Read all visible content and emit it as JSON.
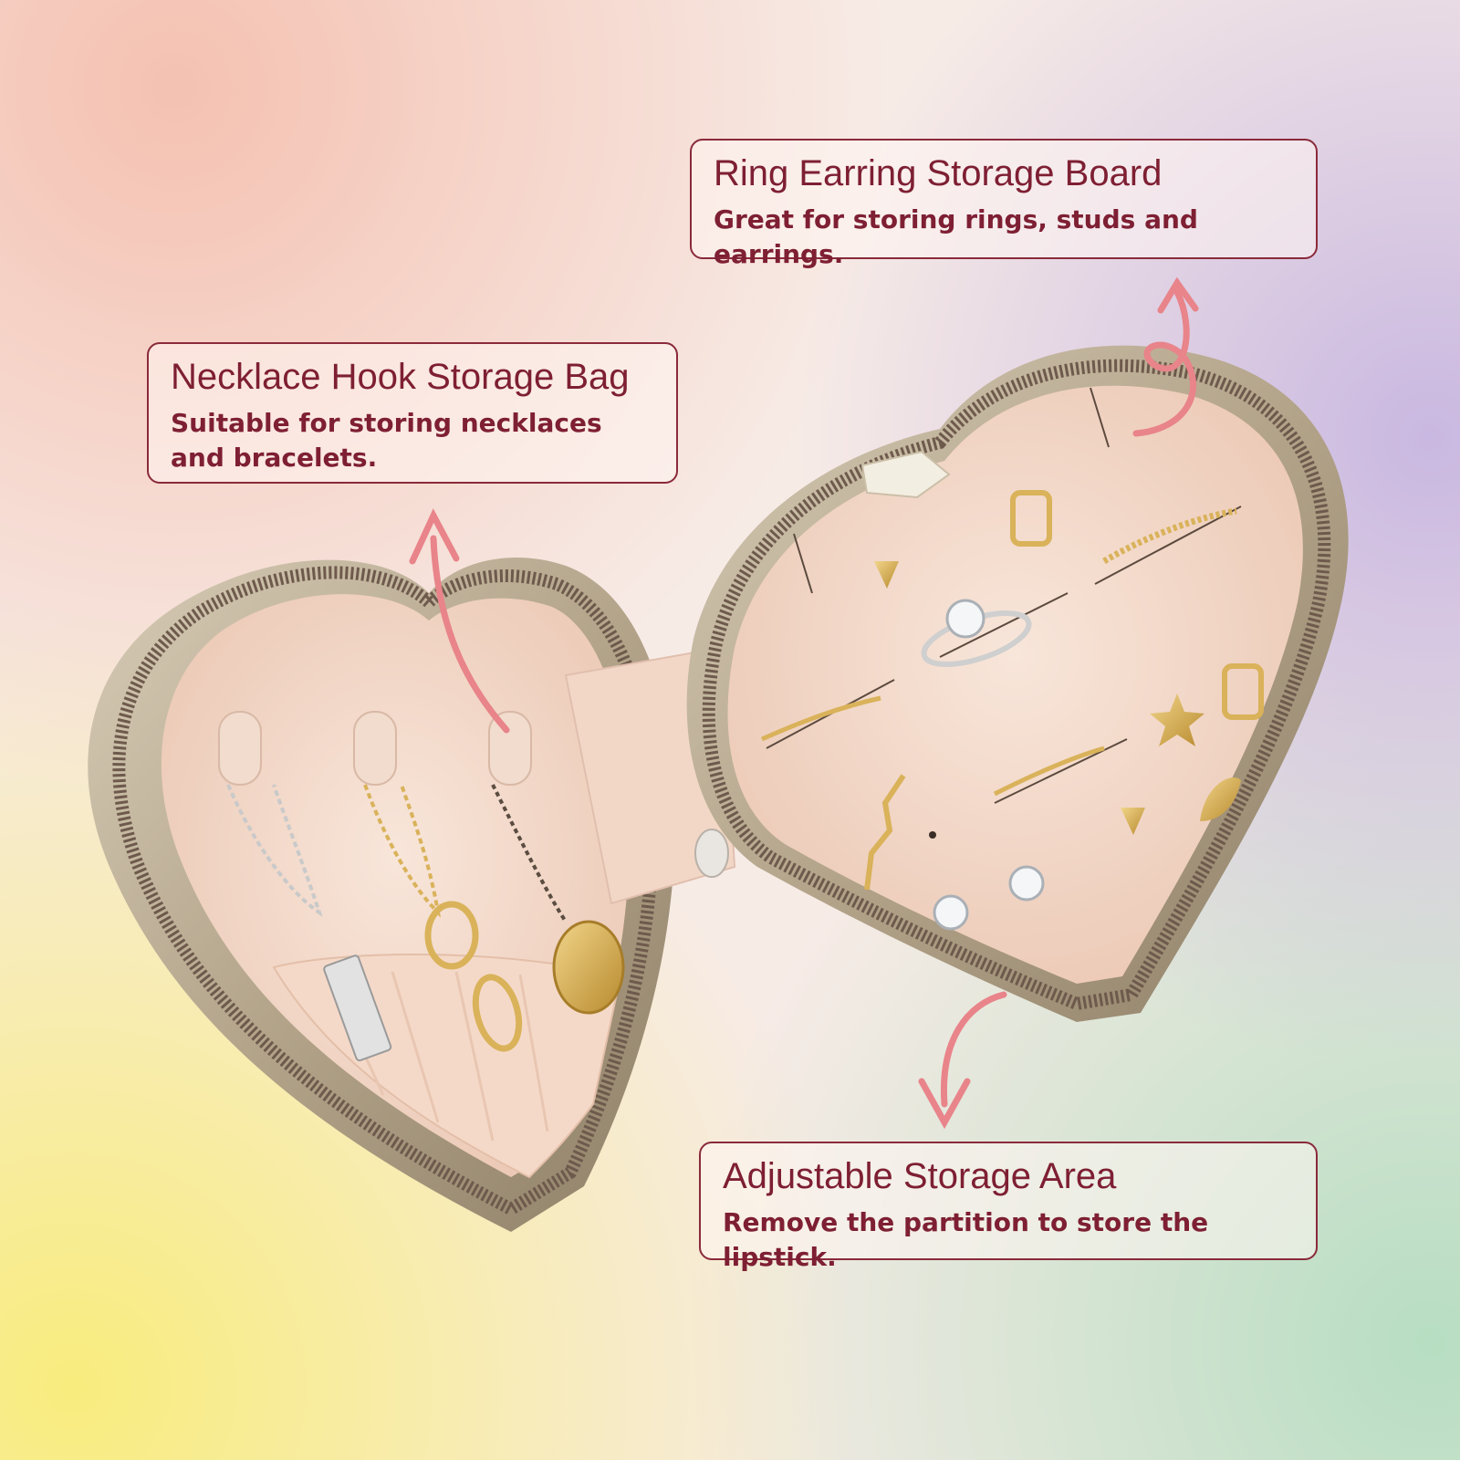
{
  "callouts": {
    "ring_earring": {
      "title": "Ring Earring Storage Board",
      "description": "Great for storing rings, studs and earrings."
    },
    "necklace_hook": {
      "title": "Necklace Hook Storage Bag",
      "description": "Suitable for storing necklaces and bracelets."
    },
    "adjustable_area": {
      "title": "Adjustable Storage Area",
      "description": "Remove the partition to store the lipstick."
    }
  },
  "colors": {
    "callout_text": "#7e1f33",
    "callout_border": "#8a2a3a",
    "arrow": "#e8848a",
    "case_shell": "#b3a48a",
    "case_zipper": "#6e5a4c",
    "case_lining": "#f3d8c8",
    "gold": "#d9b25a",
    "silver": "#c9c9c9"
  },
  "icons": {
    "arrows": [
      "curved-arrow-up-icon",
      "curved-loop-arrow-icon",
      "curved-arrow-down-icon"
    ]
  }
}
